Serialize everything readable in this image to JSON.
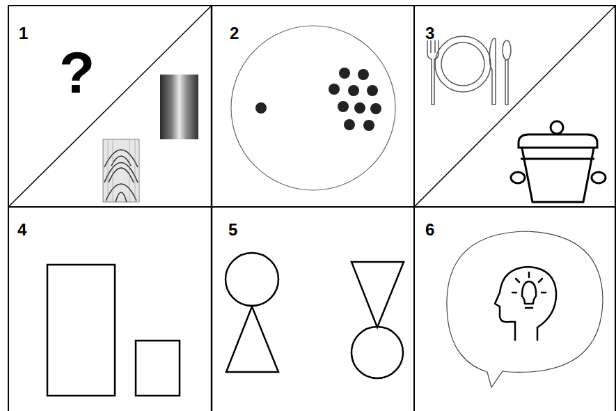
{
  "diagram": {
    "labels": [
      "1",
      "?",
      "2",
      "3",
      "4",
      "5",
      "6"
    ]
  }
}
